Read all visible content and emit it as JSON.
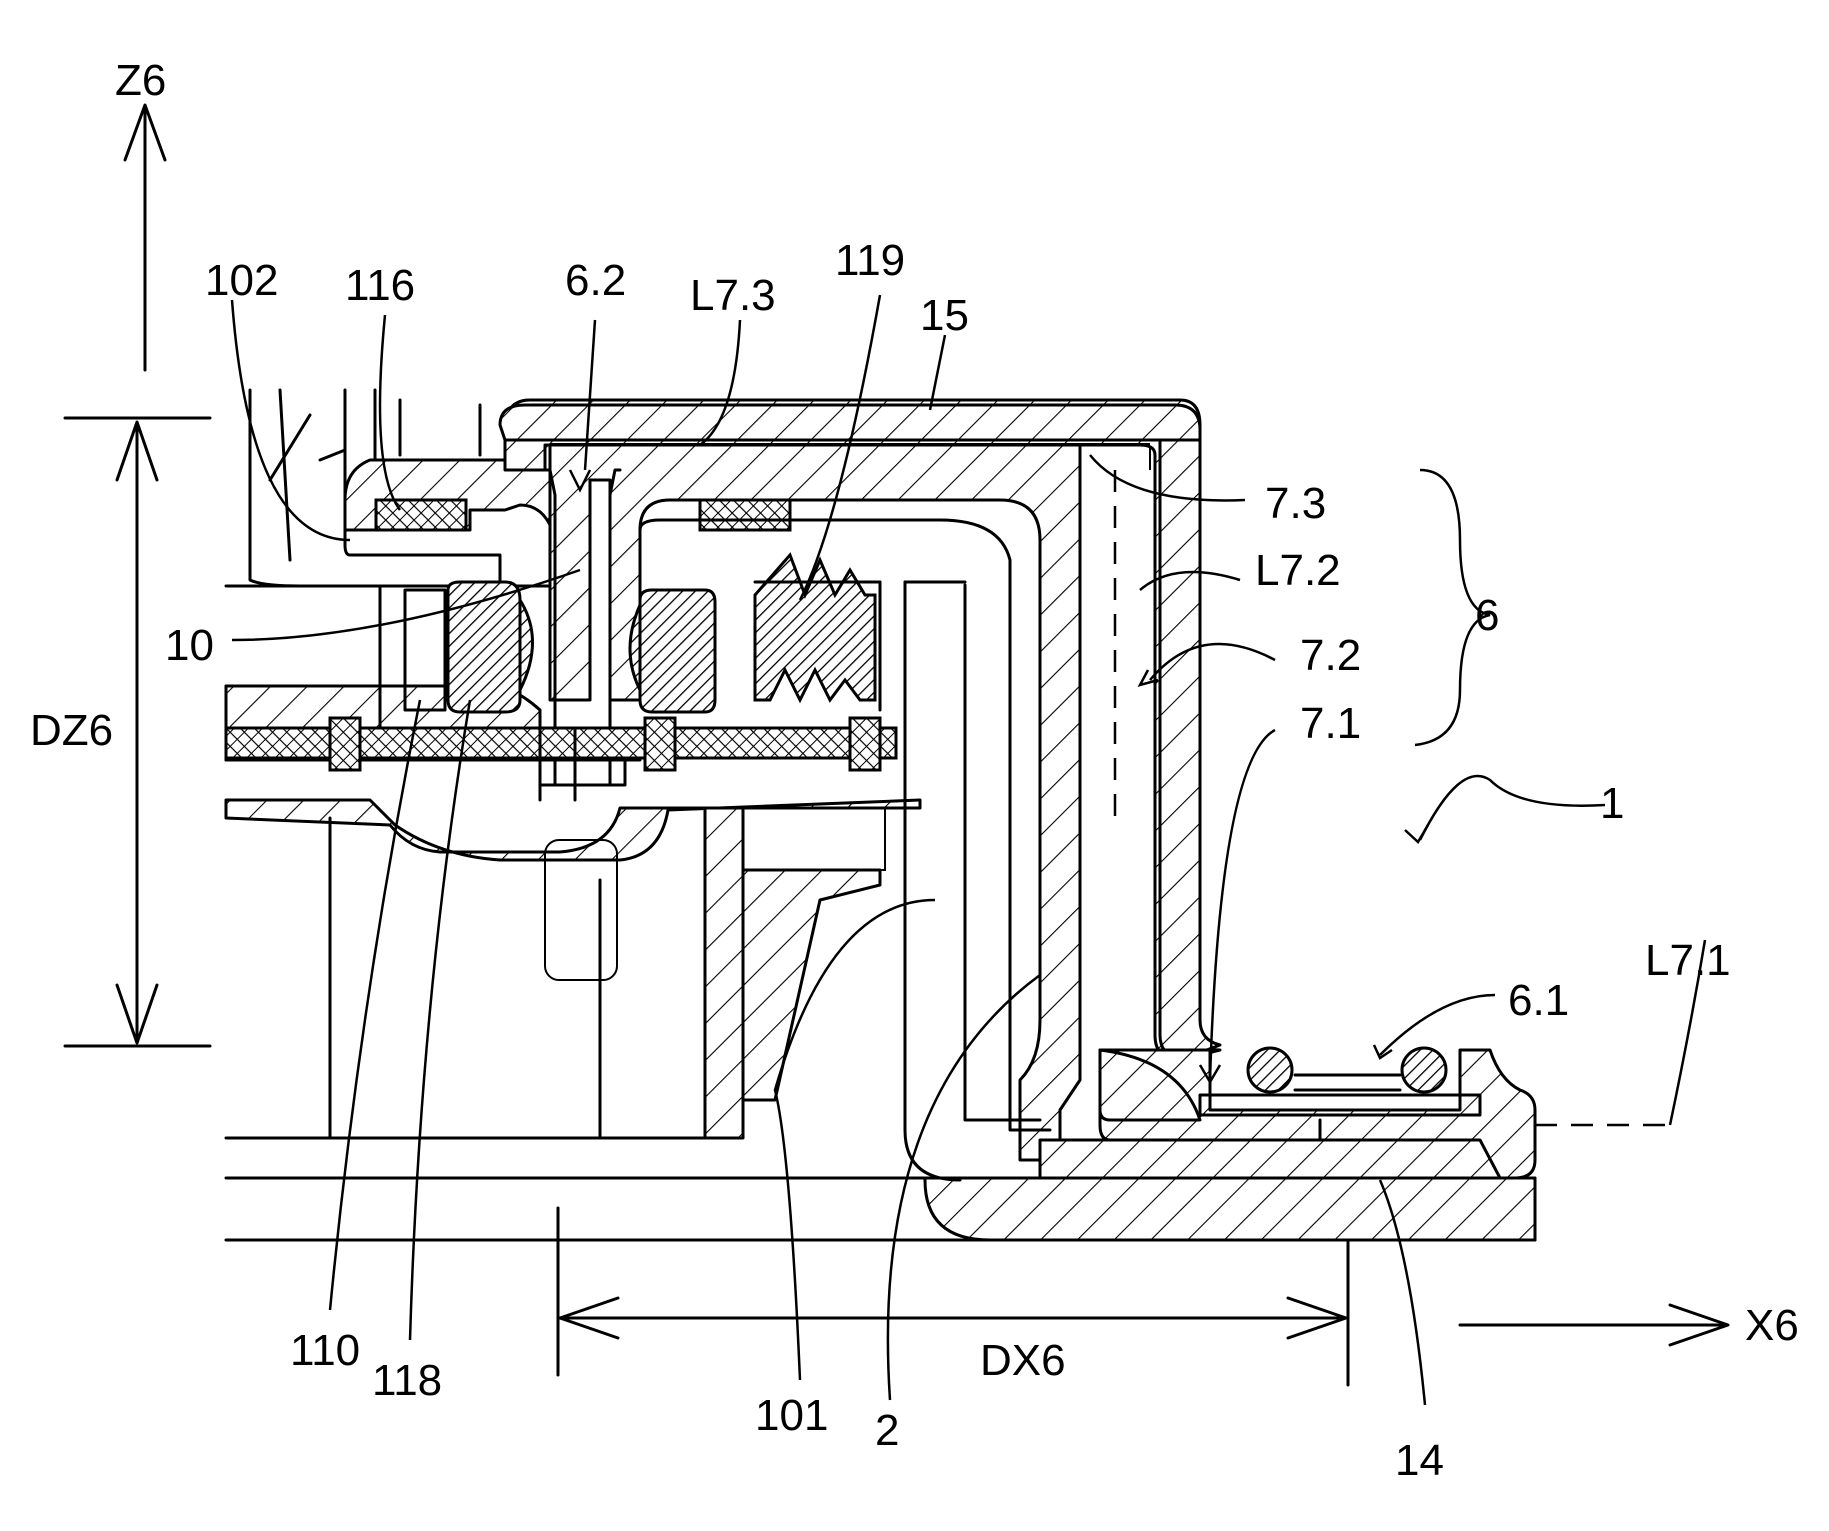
{
  "labels": {
    "axis_z": "Z6",
    "axis_x": "X6",
    "dim_z": "DZ6",
    "dim_x": "DX6",
    "l102": "102",
    "l116": "116",
    "l6_2": "6.2",
    "lL7_3": "L7.3",
    "l119": "119",
    "l15": "15",
    "l7_3": "7.3",
    "lL7_2": "L7.2",
    "l6": "6",
    "l7_2": "7.2",
    "l7_1": "7.1",
    "l1": "1",
    "l10": "10",
    "lL7_1": "L7.1",
    "l6_1": "6.1",
    "l110": "110",
    "l118": "118",
    "l101": "101",
    "l2": "2",
    "l14": "14"
  }
}
